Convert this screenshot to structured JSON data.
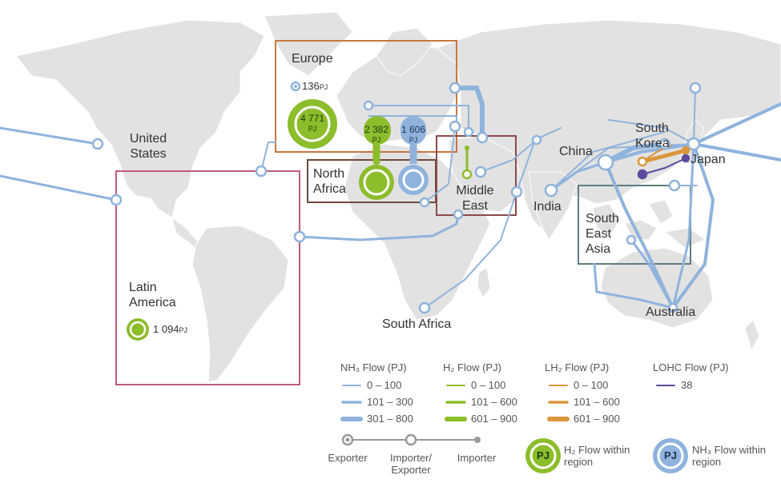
{
  "regions": {
    "europe": "Europe",
    "united_states": "United States",
    "north_africa": "North Africa",
    "middle_east": "Middle East",
    "china": "China",
    "south_korea": "South Korea",
    "japan": "Japan",
    "india": "India",
    "south_east_asia": "South East Asia",
    "australia": "Australia",
    "latin_america": "Latin America",
    "south_africa": "South Africa"
  },
  "regional_flows": {
    "europe_nh3": {
      "value": "136",
      "unit": "PJ"
    },
    "europe_h2": {
      "value": "4 771",
      "unit": "PJ"
    },
    "north_africa_h2": {
      "value": "2 382",
      "unit": "PJ"
    },
    "north_africa_nh3": {
      "value": "1 606",
      "unit": "PJ"
    },
    "latin_america_h2": {
      "value": "1 094",
      "unit": "PJ"
    }
  },
  "legend": {
    "nh3": {
      "title": "NH₃ Flow (PJ)",
      "items": [
        "0 – 100",
        "101 – 300",
        "301 – 800"
      ]
    },
    "h2": {
      "title": "H₂ Flow (PJ)",
      "items": [
        "0 – 100",
        "101 – 600",
        "601 – 900"
      ]
    },
    "lh2": {
      "title": "LH₂ Flow (PJ)",
      "items": [
        "0 – 100",
        "101 – 600",
        "601 – 900"
      ]
    },
    "lohc": {
      "title": "LOHC Flow (PJ)",
      "items": [
        "38"
      ]
    },
    "node_types": [
      "Exporter",
      "Importer/ Exporter",
      "Importer"
    ],
    "h2_within": "H₂ Flow within region",
    "nh3_within": "NH₃ Flow within region",
    "pj": "PJ"
  },
  "colors": {
    "nh3": "#8fb3dc",
    "h2": "#8cbd2b",
    "lh2": "#d9963a",
    "lohc": "#5c4a9e",
    "land": "#e2e2e2",
    "europe_box": "#c8763e",
    "latin_box": "#c05a7e",
    "africa_box": "#6b4a3a",
    "middle_east_box": "#8a4a4a",
    "sea_box": "#5f7d80"
  }
}
